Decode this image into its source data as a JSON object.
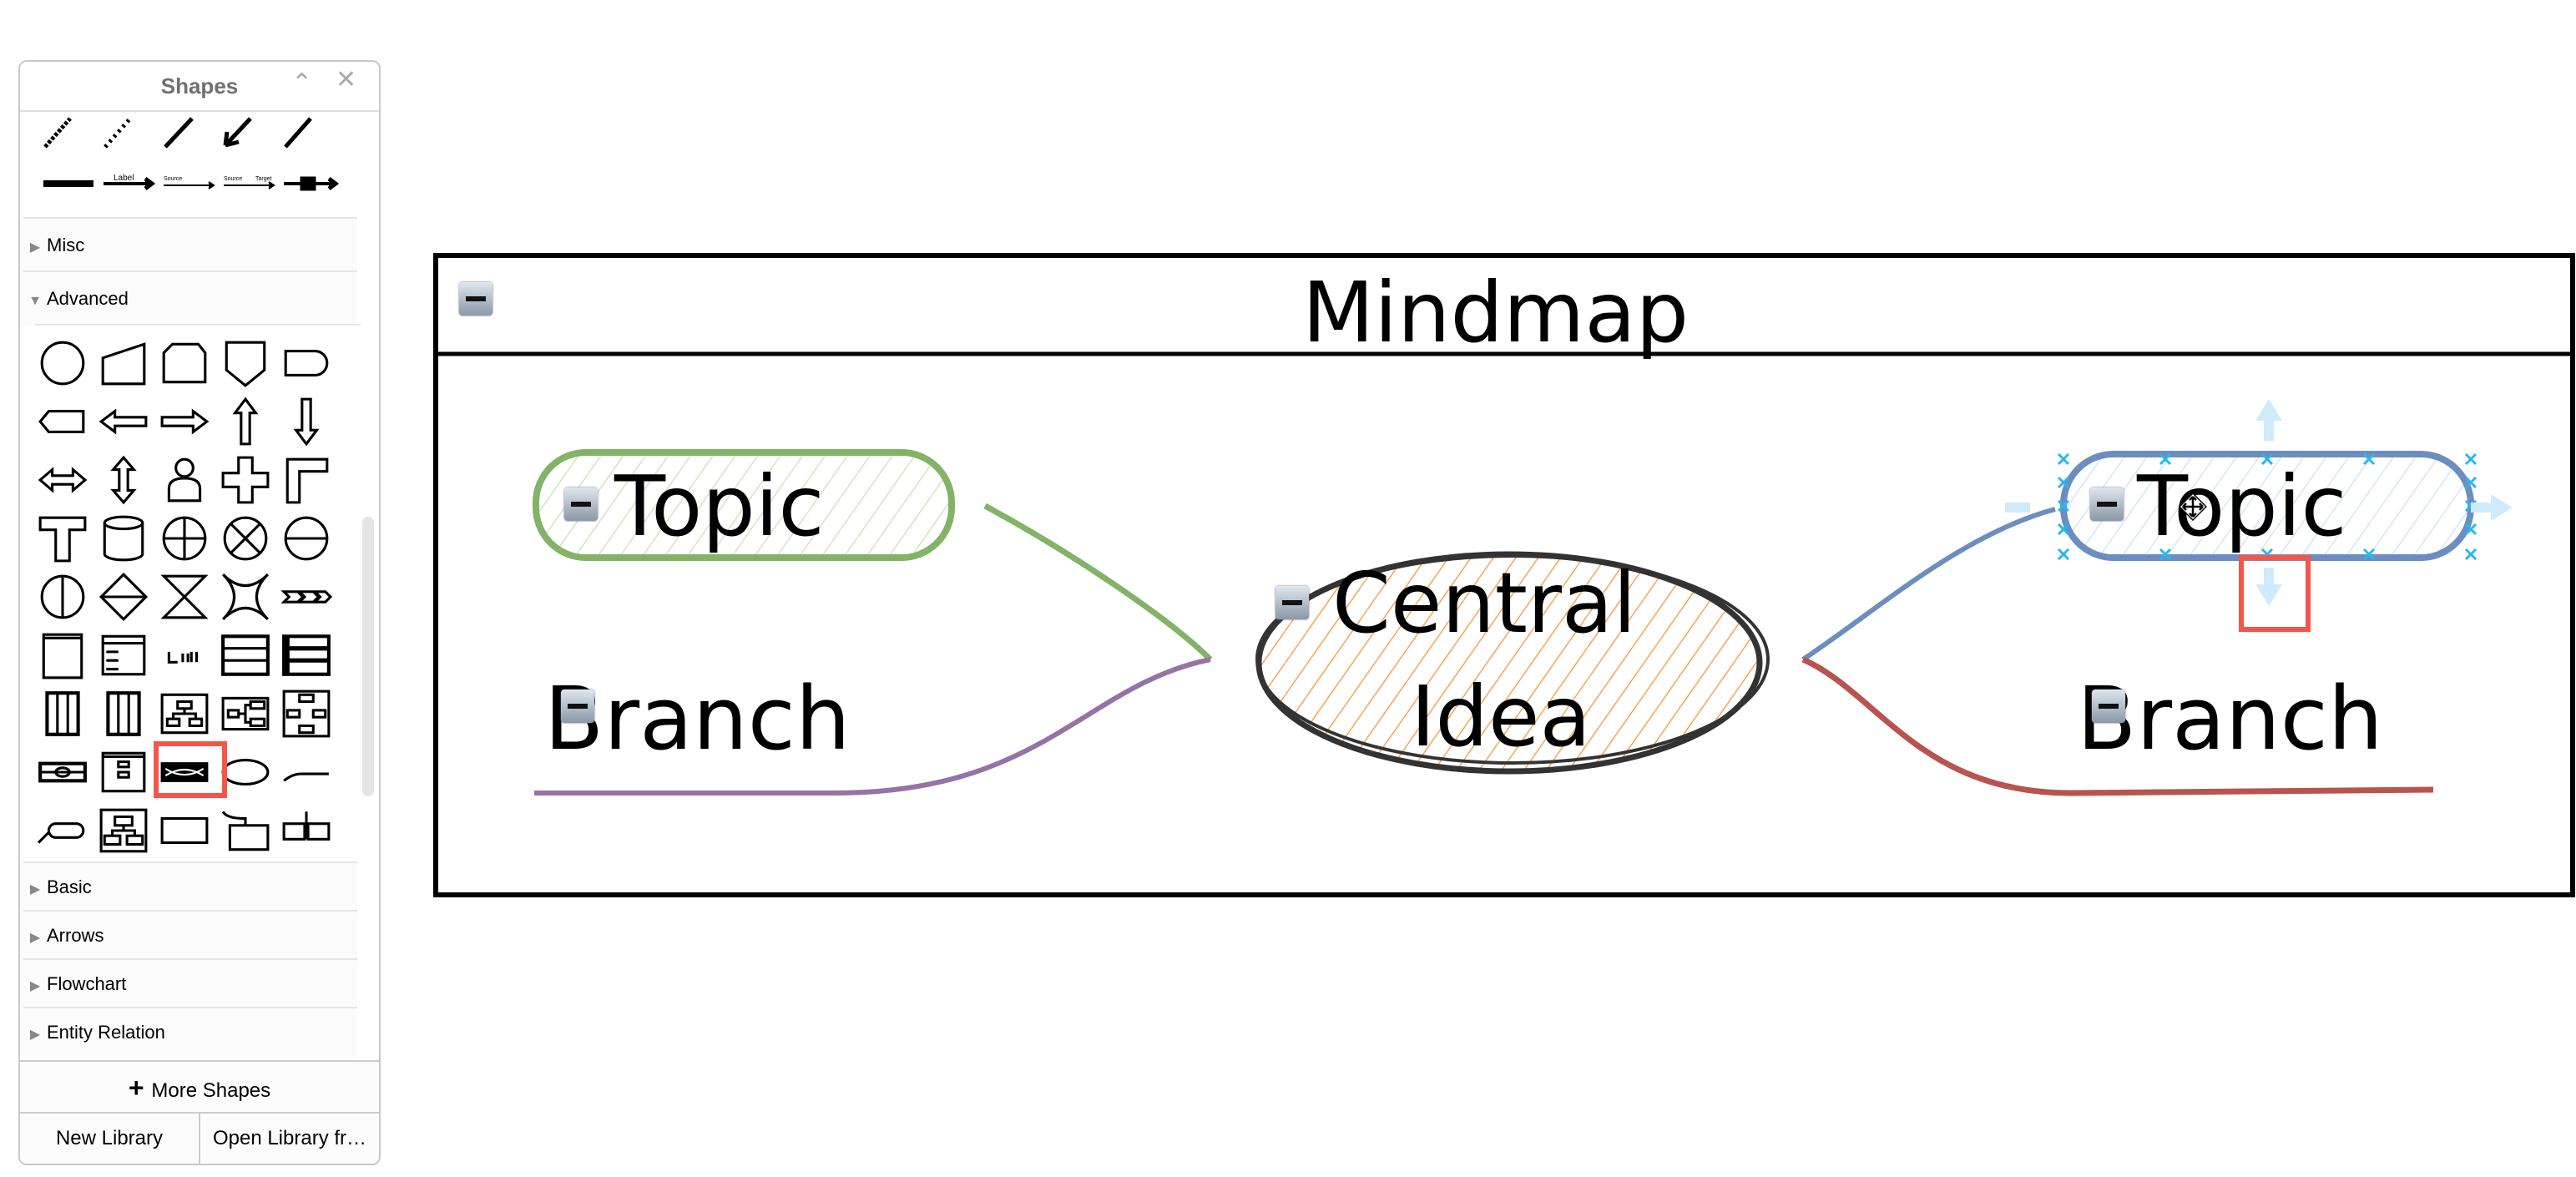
{
  "sidebar": {
    "title": "Shapes",
    "collapse_icon": "chevron-up-icon",
    "close_icon": "close-icon",
    "edge_icons": [
      "dashed-line",
      "dotted-line",
      "line",
      "arrow-sw",
      "thick-line",
      "bold-line",
      "labeled-arrow",
      "source-label-arrow",
      "source-target-arrow",
      "message-arrow"
    ],
    "edge_text": {
      "label": "Label",
      "source": "Source",
      "target": "Target"
    },
    "sections": [
      {
        "label": "Misc",
        "expanded": false
      },
      {
        "label": "Advanced",
        "expanded": true
      },
      {
        "label": "Basic",
        "expanded": false
      },
      {
        "label": "Arrows",
        "expanded": false
      },
      {
        "label": "Flowchart",
        "expanded": false
      },
      {
        "label": "Entity Relation",
        "expanded": false
      }
    ],
    "advanced_shapes": [
      "circle",
      "manual-input",
      "card",
      "off-page",
      "delay",
      "display",
      "arrow-left",
      "arrow-right",
      "arrow-up",
      "arrow-down",
      "double-arrow-h",
      "double-arrow-v",
      "actor",
      "cross",
      "corner",
      "tee",
      "cylinder",
      "or",
      "sum-junction",
      "half-circle",
      "split-circle",
      "sort",
      "collate",
      "star4",
      "step",
      "container",
      "list",
      "list-item",
      "table",
      "table-bold",
      "lanes",
      "lanes-2",
      "org-tree",
      "tree-horizontal",
      "tree-cycle",
      "pool-horizontal",
      "container-vertical",
      "swimlane-horizontal",
      "central-idea",
      "branch",
      "sub-topic",
      "org-chart",
      "organization",
      "division",
      "sub-section"
    ],
    "selected_shape": "swimlane-horizontal",
    "more_shapes": "More Shapes",
    "new_library": "New Library",
    "open_library": "Open Library fr…"
  },
  "diagram": {
    "title": "Mindmap",
    "central": {
      "line1": "Central",
      "line2": "Idea",
      "fill": "#f5a55a",
      "stroke": "#333333"
    },
    "topic_left": {
      "label": "Topic",
      "color": "#82b366"
    },
    "branch_left": {
      "label": "Branch",
      "color": "#9673a6"
    },
    "topic_right": {
      "label": "Topic",
      "color": "#6c8ebf",
      "selected": true
    },
    "branch_right": {
      "label": "Branch",
      "color": "#b85450"
    },
    "selection_color": "#29b6f2",
    "highlight_color": "#f4564a"
  }
}
